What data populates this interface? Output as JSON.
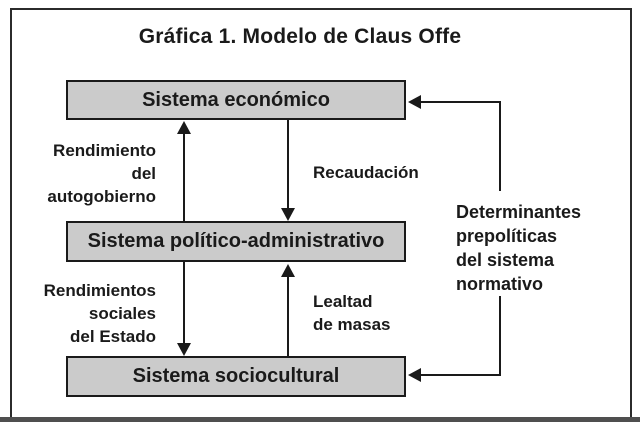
{
  "figure": {
    "title": "Gráfica 1. Modelo de Claus Offe",
    "type": "flow-diagram"
  },
  "colors": {
    "background": "#ffffff",
    "frame_border": "#2b2b2b",
    "bottom_edge_shadow": "#4f4f4f",
    "node_fill": "#cbcbcb",
    "node_border": "#1a1a1a",
    "connector": "#1a1a1a",
    "text": "#1a1a1a"
  },
  "nodes": [
    {
      "id": "sistema-economico",
      "label": "Sistema económico"
    },
    {
      "id": "sistema-politico-administrativo",
      "label": "Sistema político-administrativo"
    },
    {
      "id": "sistema-sociocultural",
      "label": "Sistema sociocultural"
    }
  ],
  "edges": [
    {
      "name": "rendimiento-del-autogobierno",
      "from": "sistema-politico-administrativo",
      "to": "sistema-economico",
      "direction": "up",
      "label": "Rendimiento\ndel\nautogobierno"
    },
    {
      "name": "recaudacion",
      "from": "sistema-economico",
      "to": "sistema-politico-administrativo",
      "direction": "down",
      "label": "Recaudación"
    },
    {
      "name": "rendimientos-sociales-del-estado",
      "from": "sistema-politico-administrativo",
      "to": "sistema-sociocultural",
      "direction": "down",
      "label": "Rendimientos\nsociales\ndel Estado"
    },
    {
      "name": "lealtad-de-masas",
      "from": "sistema-sociocultural",
      "to": "sistema-politico-administrativo",
      "direction": "up",
      "label": "Lealtad\nde masas"
    },
    {
      "name": "determinantes-prepoliticas",
      "from": "determinantes-prepoliticas",
      "to": "sistema-economico; sistema-sociocultural",
      "direction": "left",
      "label": "Determinantes\nprepolíticas\ndel sistema\nnormativo"
    }
  ]
}
